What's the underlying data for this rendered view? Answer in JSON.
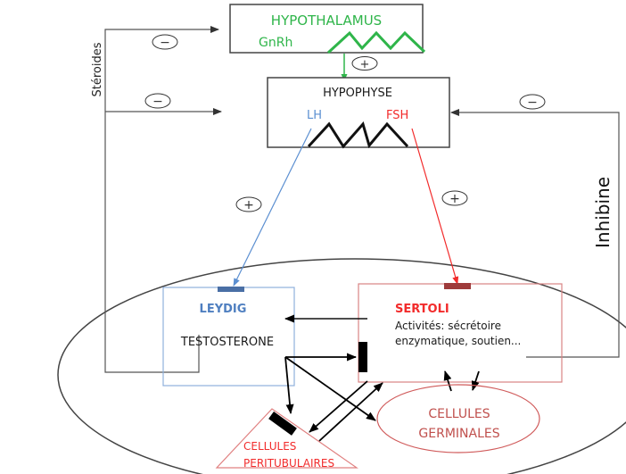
{
  "colors": {
    "green": "#2fb54a",
    "blue": "#5b8fd1",
    "red": "#f22b2b",
    "dark_red": "#c0504d",
    "receptor_blue": "#4a6fa5",
    "receptor_red": "#9e3b3b",
    "line": "#444444",
    "black": "#000000"
  },
  "hypothalamus": {
    "title": "HYPOTHALAMUS",
    "hormone": "GnRh"
  },
  "hypophyse": {
    "title": "HYPOPHYSE",
    "lh": "LH",
    "fsh": "FSH"
  },
  "leydig": {
    "title": "LEYDIG",
    "product": "TESTOSTERONE"
  },
  "sertoli": {
    "title": "SERTOLI",
    "desc_line1": "Activités: sécrétoire",
    "desc_line2": "enzymatique, soutien..."
  },
  "germinales": {
    "line1": "CELLULES",
    "line2": "GERMINALES"
  },
  "peritubulaires": {
    "line1": "CELLULES",
    "line2": "PERITUBULAIRES"
  },
  "feedback": {
    "steroides": "Stéroides",
    "inhibine": "Inhibine"
  },
  "signs": {
    "plus": "+",
    "minus": "−"
  }
}
